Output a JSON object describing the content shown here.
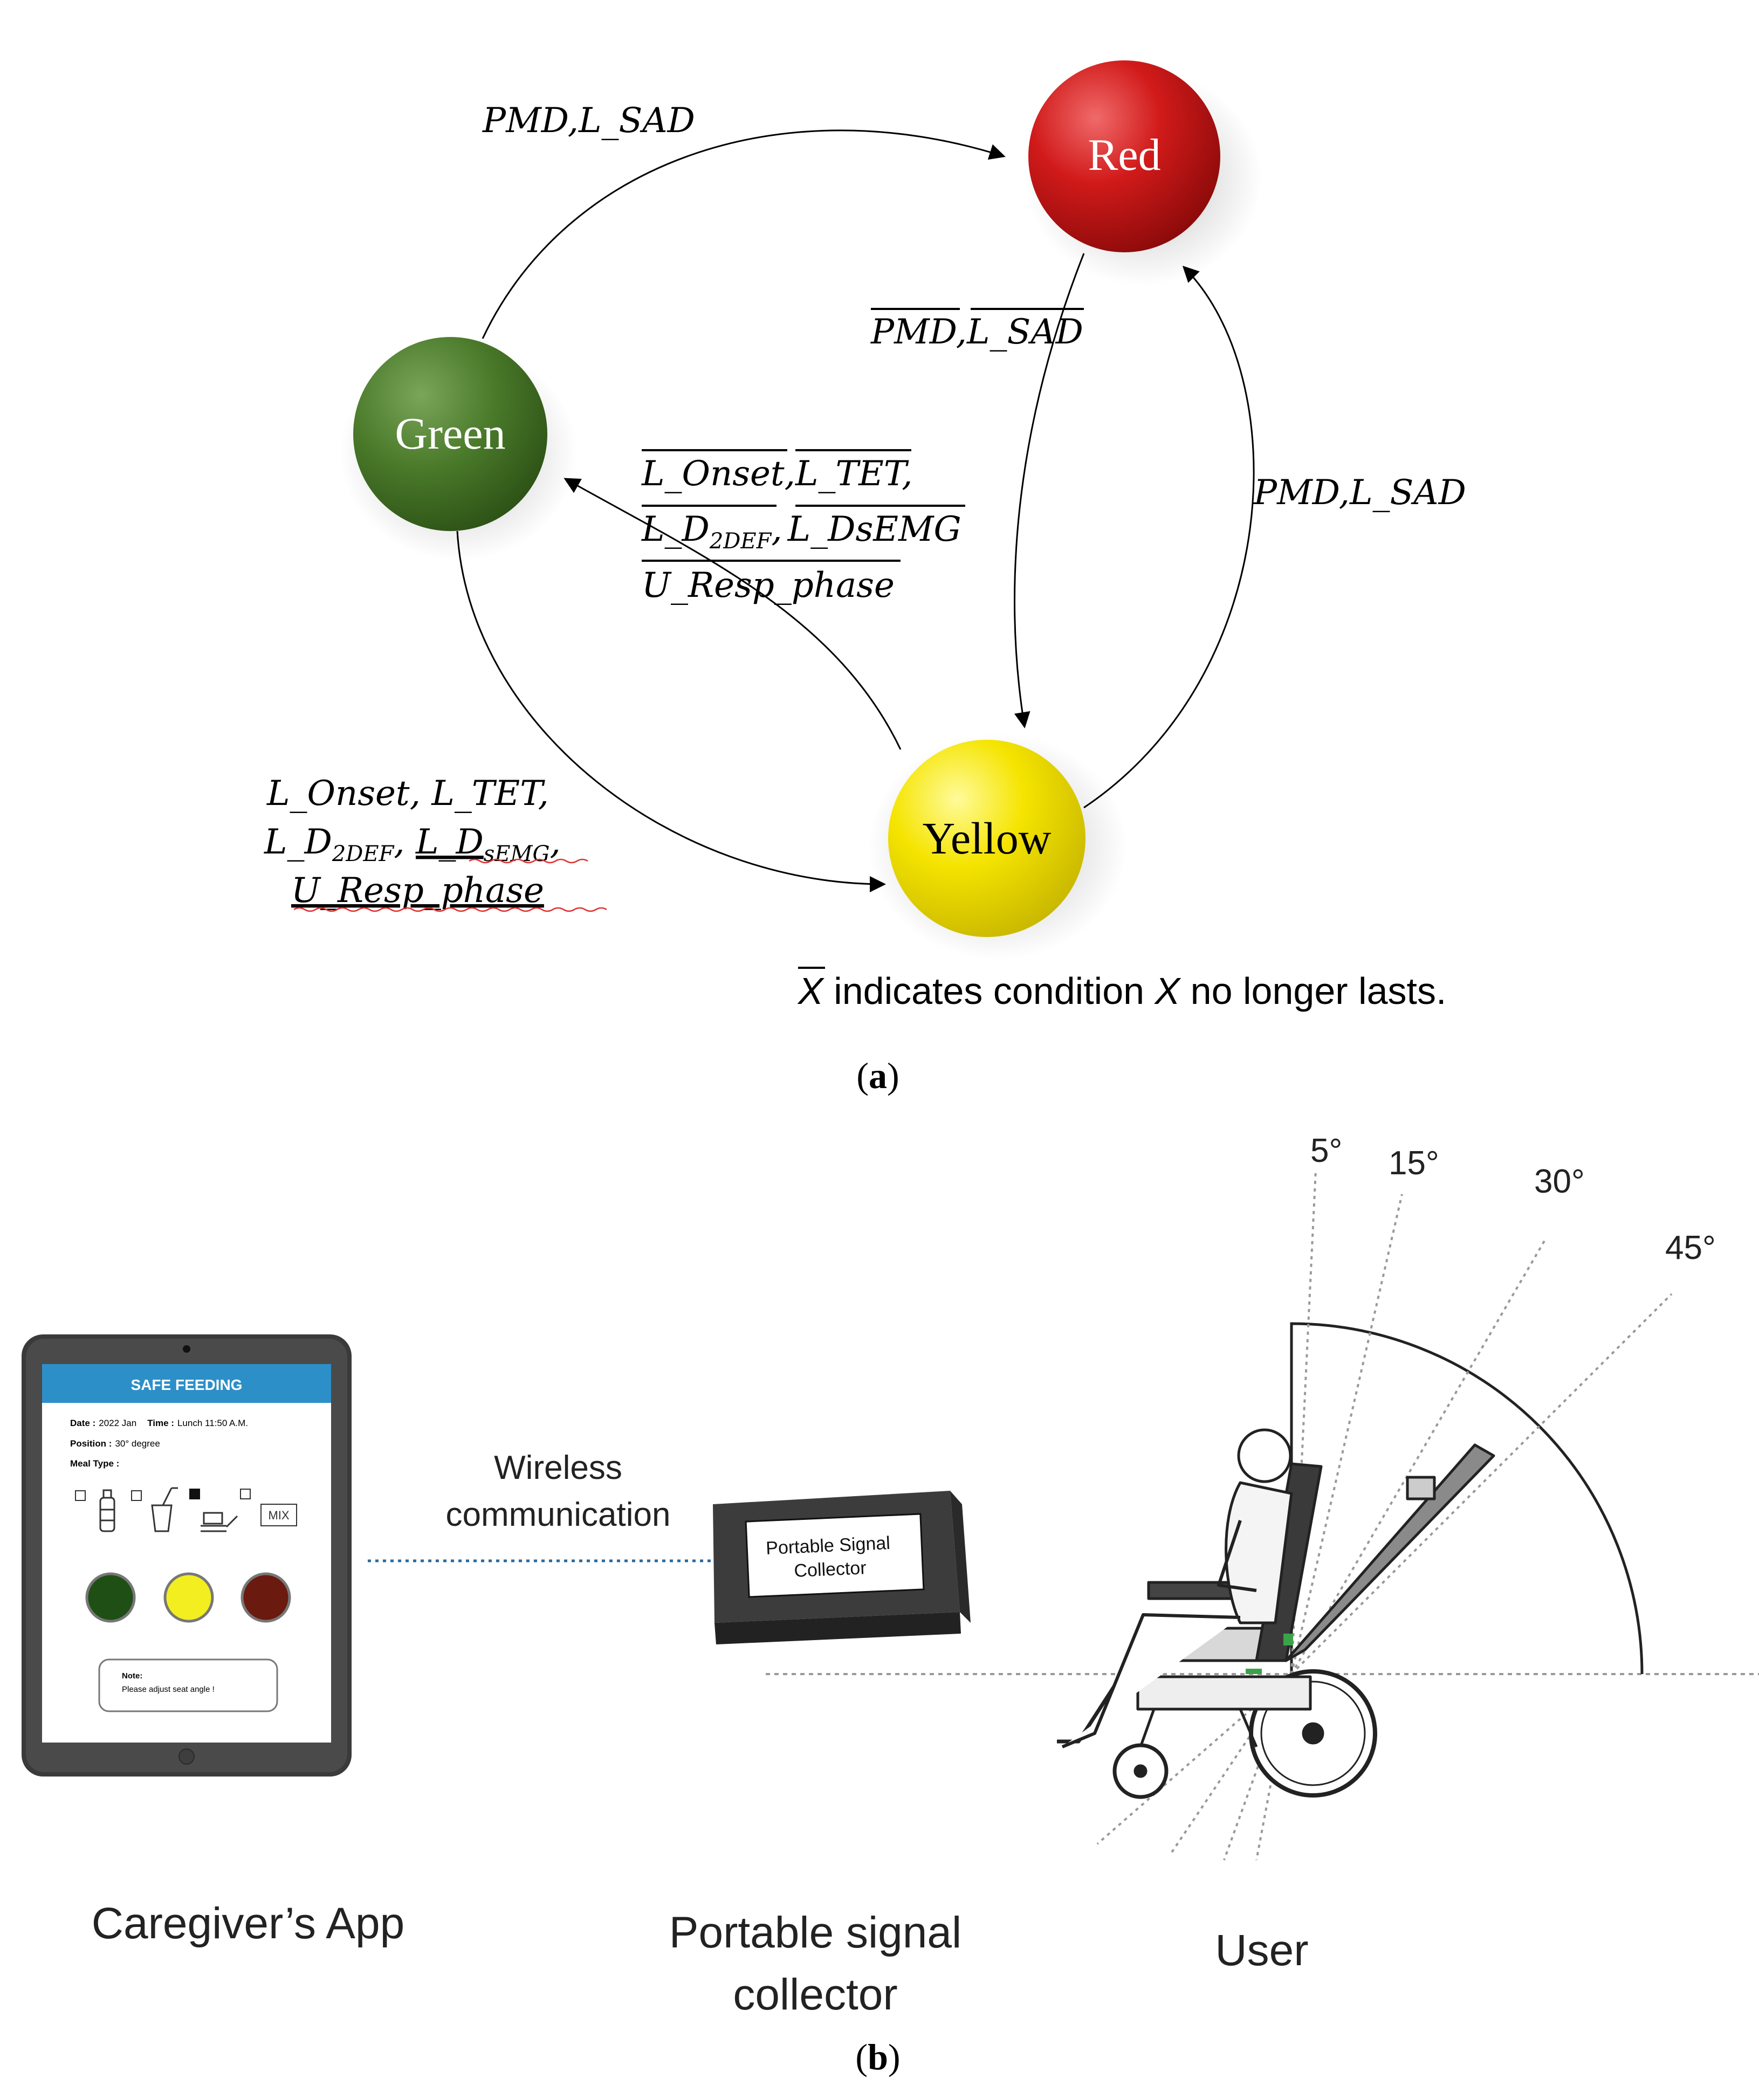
{
  "state_machine": {
    "states": {
      "red": {
        "label": "Red",
        "color": "#d11a1a"
      },
      "green": {
        "label": "Green",
        "color": "#4a7a2a"
      },
      "yellow": {
        "label": "Yellow",
        "color": "#f5e400"
      }
    },
    "transitions": {
      "green_to_red": "PMD,L_SAD",
      "red_to_yellow_a": "PMD",
      "red_to_yellow_sep": ",",
      "red_to_yellow_b": "L_SAD",
      "yellow_to_red": "PMD,L_SAD",
      "yellow_to_green_line1_a": "L_Onset",
      "yellow_to_green_line1_sep": ",",
      "yellow_to_green_line1_b": "L_TET",
      "yellow_to_green_line1_end": ",",
      "yellow_to_green_line2_a": "L_D",
      "yellow_to_green_line2_a_sub": "2DEF",
      "yellow_to_green_line2_sep": ",",
      "yellow_to_green_line2_b": "L_DsEMG",
      "yellow_to_green_line3": "U_Resp_phase",
      "green_to_yellow_line1": "L_Onset, L_TET,",
      "green_to_yellow_line2_a": "L_D",
      "green_to_yellow_line2_a_sub": "2DEF",
      "green_to_yellow_line2_sep": ", ",
      "green_to_yellow_line2_b": "L_D",
      "green_to_yellow_line2_b_sub": "sEMG",
      "green_to_yellow_line2_end": ",",
      "green_to_yellow_line3": "U_Resp_phase"
    },
    "legend_bar": "X",
    "legend_text_a": " indicates condition ",
    "legend_italic": "X",
    "legend_text_b": " no longer lasts.",
    "caption_open": "(",
    "caption_letter": "a",
    "caption_close": ")"
  },
  "system": {
    "tablet": {
      "app_title": "SAFE FEEDING",
      "date_label": "Date :",
      "date_value": "2022 Jan",
      "time_label": "Time :",
      "time_value": "Lunch 11:50 A.M.",
      "position_label": "Position :",
      "position_value": "30° degree",
      "meal_type_label": "Meal Type :",
      "mix_label": "MIX",
      "note_label": "Note:",
      "note_text": "Please adjust seat angle !",
      "lights": [
        "#1f4f14",
        "#f2ee20",
        "#6a1a0e"
      ]
    },
    "wireless_line1": "Wireless",
    "wireless_line2": "communication",
    "box_line1": "Portable Signal",
    "box_line2": "Collector",
    "angles": [
      "5°",
      "15°",
      "30°",
      "45°"
    ],
    "labels": {
      "app": "Caregiver’s App",
      "collector_line1": "Portable signal",
      "collector_line2": "collector",
      "user": "User"
    },
    "caption_open": "(",
    "caption_letter": "b",
    "caption_close": ")"
  }
}
